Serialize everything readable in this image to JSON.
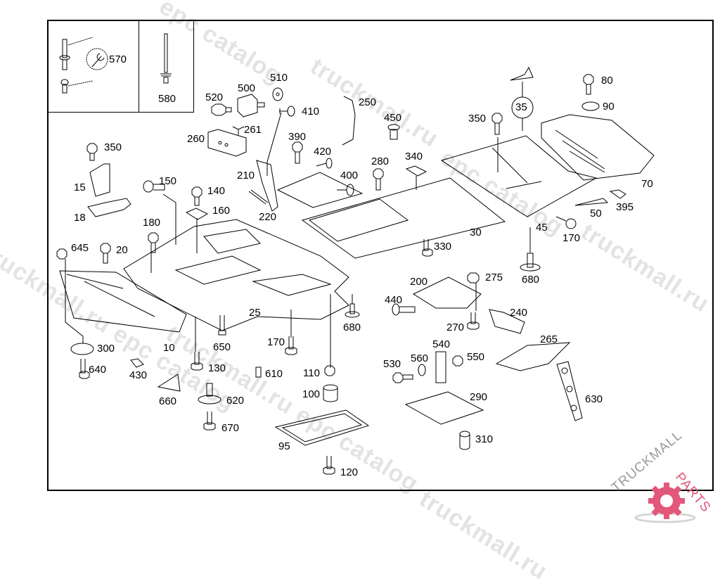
{
  "diagram": {
    "type": "exploded parts diagram",
    "watermarks": [
      "epc catalog",
      "truckmall.ru",
      "epc catalog",
      "truckmall.ru epc catalog",
      "truckmall.ru",
      "truckmall.ru epc catalog",
      "truckmall.ru epc catalog",
      "truckmall.ru"
    ],
    "logo": {
      "left": "TRUCKMALL",
      "right": "PARTS",
      "accent_color": "#e2577a",
      "text_color": "#9a9a9a"
    },
    "inset_labels": [
      "570",
      "580"
    ],
    "callout_circle": "35",
    "part_labels": {
      "p570": "570",
      "p580": "580",
      "p520": "520",
      "p500": "500",
      "p510": "510",
      "p410": "410",
      "p250": "250",
      "p261": "261",
      "p260": "260",
      "p390": "390",
      "p420": "420",
      "p450": "450",
      "p210": "210",
      "p400": "400",
      "p280": "280",
      "p340": "340",
      "p220": "220",
      "p350a": "350",
      "p15": "15",
      "p18": "18",
      "p150": "150",
      "p140": "140",
      "p160": "160",
      "p180": "180",
      "p645": "645",
      "p20": "20",
      "p350b": "350",
      "p35": "35",
      "p80": "80",
      "p90": "90",
      "p70": "70",
      "p395": "395",
      "p50": "50",
      "p170a": "170",
      "p45": "45",
      "p30": "30",
      "p330": "330",
      "p680a": "680",
      "p275": "275",
      "p200": "200",
      "p440": "440",
      "p240": "240",
      "p270": "270",
      "p265": "265",
      "p25": "25",
      "p680b": "680",
      "p300": "300",
      "p10": "10",
      "p650": "650",
      "p170b": "170",
      "p640": "640",
      "p430": "430",
      "p130": "130",
      "p610": "610",
      "p110": "110",
      "p100": "100",
      "p660": "660",
      "p620": "620",
      "p670": "670",
      "p95": "95",
      "p120": "120",
      "p540": "540",
      "p530": "530",
      "p560": "560",
      "p550": "550",
      "p290": "290",
      "p310": "310",
      "p630": "630"
    }
  }
}
